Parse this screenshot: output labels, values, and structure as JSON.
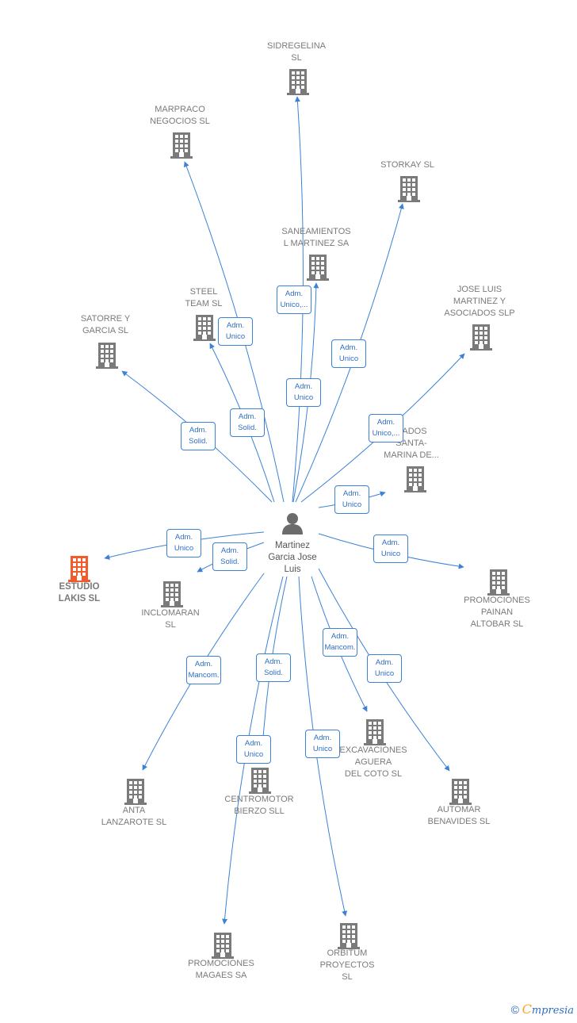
{
  "colors": {
    "edge": "#3b82d6",
    "building": "#7a7a7a",
    "focus": "#f25a2c",
    "person": "#6b6b6b"
  },
  "center": {
    "name": "Martinez\nGarcia Jose\nLuis",
    "icon": "person-icon"
  },
  "nodes": [
    {
      "id": "sidregelina",
      "label": "SIDREGELINA\nSL"
    },
    {
      "id": "marpraco",
      "label": "MARPRACO\nNEGOCIOS  SL"
    },
    {
      "id": "storkay",
      "label": "STORKAY SL"
    },
    {
      "id": "saneamientos",
      "label": "SANEAMIENTOS\nL MARTINEZ SA"
    },
    {
      "id": "steel",
      "label": "STEEL\nTEAM  SL"
    },
    {
      "id": "satorre",
      "label": "SATORRE Y\nGARCIA SL"
    },
    {
      "id": "joseluis",
      "label": "JOSE LUIS\nMARTINEZ Y\nASOCIADOS SLP"
    },
    {
      "id": "nados",
      "label": "NADOS\nSANTA-\nMARINA DE..."
    },
    {
      "id": "estudio",
      "label": "ESTUDIO\nLAKIS  SL"
    },
    {
      "id": "inclomaran",
      "label": "INCLOMARAN\nSL"
    },
    {
      "id": "promociones_painan",
      "label": "PROMOCIONES\nPAINAN\nALTOBAR  SL"
    },
    {
      "id": "anta",
      "label": "ANTA\nLANZAROTE SL"
    },
    {
      "id": "centromotor",
      "label": "CENTROMOTOR\nBIERZO SLL"
    },
    {
      "id": "excavaciones",
      "label": "EXCAVACIONES\nAGUERA\nDEL COTO SL"
    },
    {
      "id": "automar",
      "label": "AUTOMAR\nBENAVIDES  SL"
    },
    {
      "id": "promociones_magaes",
      "label": "PROMOCIONES\nMAGAES SA"
    },
    {
      "id": "orbitum",
      "label": "ORBITUM\nPROYECTOS\nSL"
    }
  ],
  "edges": [
    {
      "to": "sidregelina",
      "label": "Adm.\nUnico,..."
    },
    {
      "to": "marpraco",
      "label": "Adm.\nUnico"
    },
    {
      "to": "storkay",
      "label": "Adm.\nUnico"
    },
    {
      "to": "saneamientos",
      "label": "Adm.\nUnico"
    },
    {
      "to": "steel",
      "label": "Adm.\nSolid."
    },
    {
      "to": "satorre",
      "label": "Adm.\nSolid."
    },
    {
      "to": "joseluis",
      "label": "Adm.\nUnico,..."
    },
    {
      "to": "nados",
      "label": "Adm.\nUnico"
    },
    {
      "to": "estudio",
      "label": "Adm.\nUnico"
    },
    {
      "to": "inclomaran",
      "label": "Adm.\nSolid."
    },
    {
      "to": "promociones_painan",
      "label": "Adm.\nUnico"
    },
    {
      "to": "anta",
      "label": "Adm.\nMancom."
    },
    {
      "to": "centromotor",
      "label": "Adm.\nUnico"
    },
    {
      "to": "excavaciones",
      "label": "Adm.\nMancom."
    },
    {
      "to": "automar",
      "label": "Adm.\nUnico"
    },
    {
      "to": "promociones_magaes",
      "label": "Adm.\nSolid."
    },
    {
      "to": "orbitum",
      "label": "Adm.\nUnico"
    }
  ],
  "brand": {
    "copyright": "©",
    "initial": "C",
    "rest": "mpresia"
  }
}
